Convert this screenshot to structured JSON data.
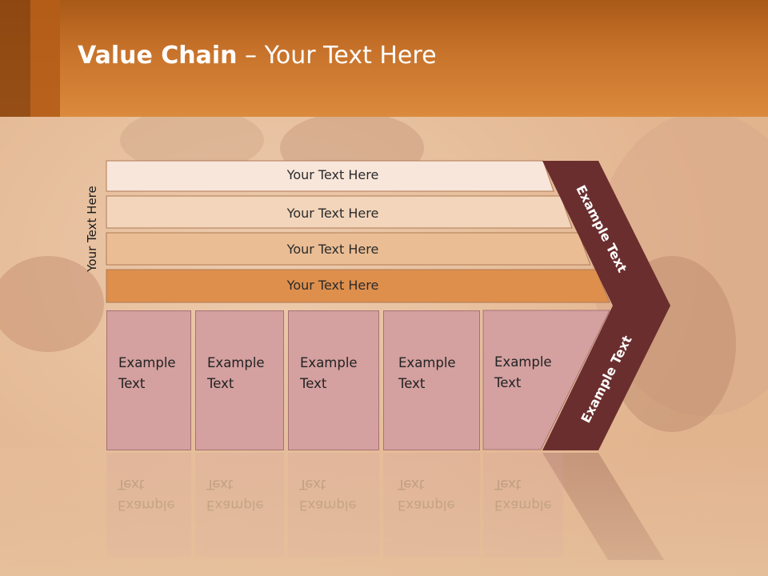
{
  "slide": {
    "title_bold": "Value Chain",
    "title_rest": " – Your Text Here",
    "vertical_label": "Your Text Here"
  },
  "rows": [
    {
      "label": "Your Text Here",
      "color": "#f8e6da"
    },
    {
      "label": "Your Text Here",
      "color": "#f2d5bb"
    },
    {
      "label": "Your Text Here",
      "color": "#ebbd94"
    },
    {
      "label": "Your Text Here",
      "color": "#de8f4c"
    }
  ],
  "boxes": [
    {
      "line1": "Example",
      "line2": "Text"
    },
    {
      "line1": "Example",
      "line2": "Text"
    },
    {
      "line1": "Example",
      "line2": "Text"
    },
    {
      "line1": "Example",
      "line2": "Text"
    },
    {
      "line1": "Example",
      "line2": "Text"
    }
  ],
  "chevron": {
    "top_label": "Example Text",
    "bottom_label": "Example Text",
    "color": "#6b2e2e"
  },
  "colors": {
    "header": "#d07c30",
    "box_fill": "#d4a0a0"
  }
}
